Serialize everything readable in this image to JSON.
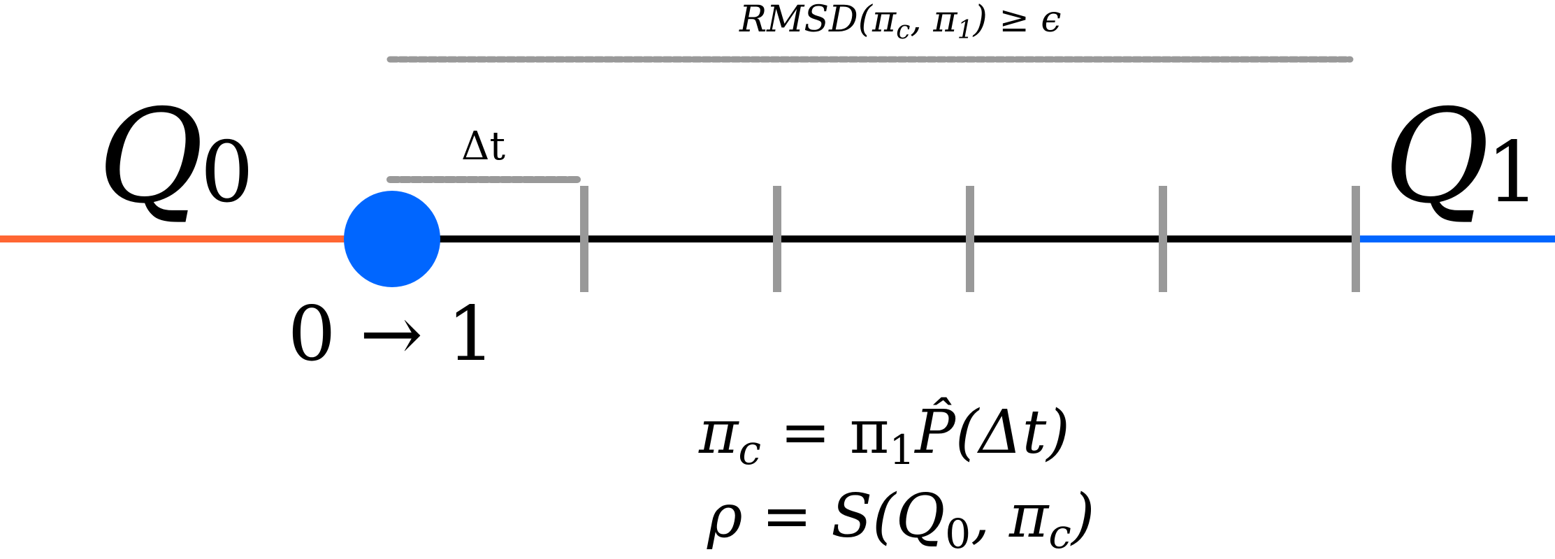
{
  "diagram": {
    "rmsd_label": {
      "prefix": "RMSD(π",
      "sub_c": "c",
      "middle": ", π",
      "sub_1": "1",
      "suffix": ") ≥ ϵ"
    },
    "delta_t_label": "Δt",
    "q0_label": {
      "main": "Q",
      "sub": "0"
    },
    "q1_label": {
      "main": "Q",
      "sub": "1"
    },
    "transition_label": "0 → 1",
    "equation_pi": {
      "lhs": "π",
      "lhs_sub": "c",
      "eq": " = π",
      "rhs_sub": "1",
      "rhs": "P̂(Δt)"
    },
    "equation_rho": {
      "lhs": "ρ = S(Q",
      "sub_0": "0",
      "middle": ", π",
      "sub_c": "c",
      "suffix": ")"
    },
    "tick_count": 5,
    "colors": {
      "q0_line": "#ff6633",
      "q1_line": "#0066ff",
      "trajectory_line": "#000000",
      "marker": "#0066ff",
      "ticks": "#999999",
      "dashed": "#999999"
    }
  }
}
